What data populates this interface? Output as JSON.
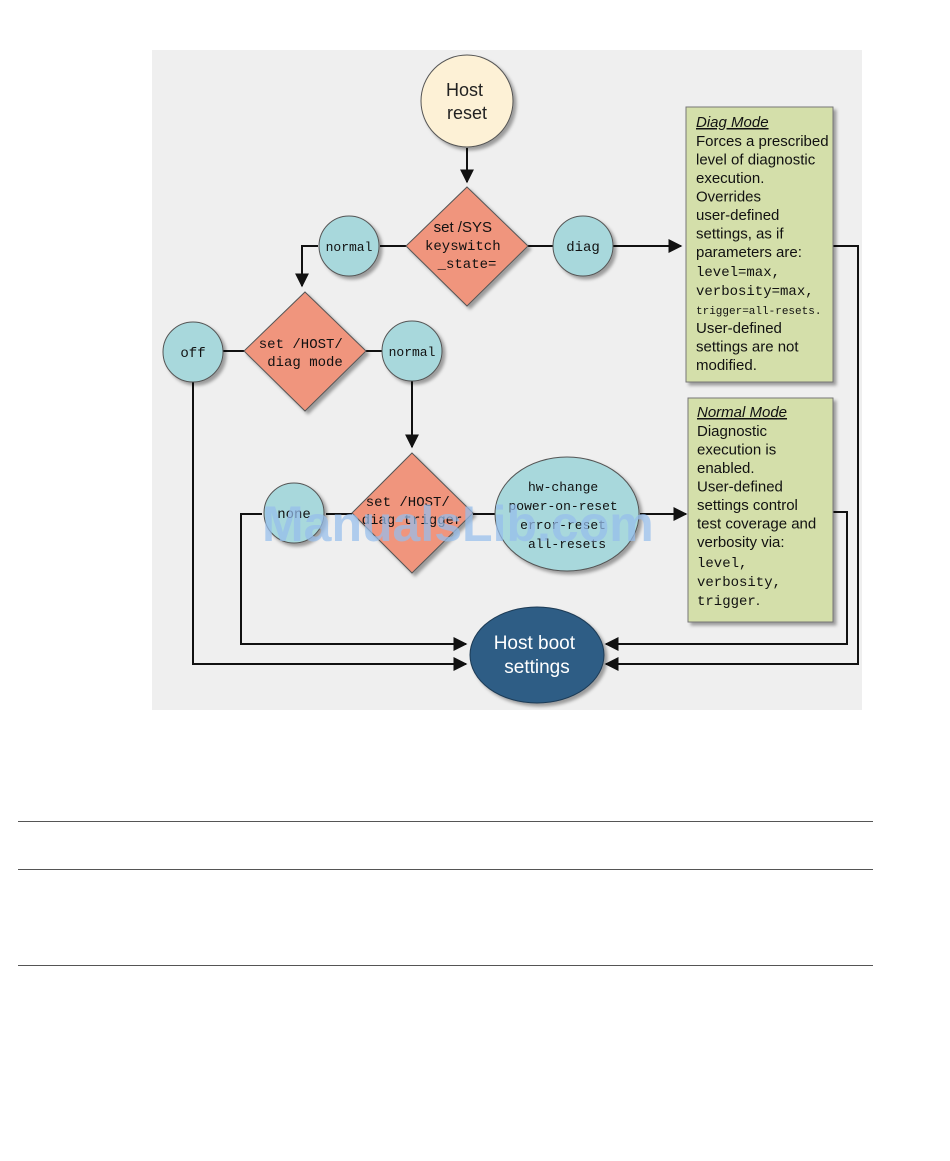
{
  "colors": {
    "panel": "#efefef",
    "circle": "#a8d8dc",
    "diamond": "#f0957d",
    "start": "#fdf1d6",
    "end": "#2e5d85",
    "note": "#d4dfaa"
  },
  "nodes": {
    "host_reset": [
      "Host",
      "reset"
    ],
    "keyswitch_decision": [
      "set /SYS",
      "keyswitch",
      "_state="
    ],
    "keyswitch_normal": "normal",
    "keyswitch_diag": "diag",
    "diag_mode_decision": [
      "set /HOST/",
      "diag mode"
    ],
    "diag_mode_off": "off",
    "diag_mode_normal": "normal",
    "trigger_decision": [
      "set /HOST/",
      "diag trigger"
    ],
    "trigger_none": "none",
    "trigger_values": [
      "hw-change",
      "power-on-reset",
      "error-reset",
      "all-resets"
    ],
    "host_boot_settings": [
      "Host boot",
      "settings"
    ]
  },
  "notes": {
    "diag_mode": {
      "title": "Diag Mode",
      "lines": [
        "Forces a prescribed",
        "level of diagnostic",
        "execution.",
        "Overrides",
        "user-defined",
        "settings, as if",
        "parameters are:"
      ],
      "code": [
        "level=max,",
        "verbosity=max,"
      ],
      "code_small": "trigger=all-resets.",
      "lines_after": [
        "User-defined",
        "settings are not",
        "modified."
      ]
    },
    "normal_mode": {
      "title": "Normal Mode",
      "lines": [
        "Diagnostic",
        "execution is",
        "enabled.",
        "User-defined",
        "settings control",
        "test coverage and",
        "verbosity via:"
      ],
      "code": [
        "level,",
        "verbosity,"
      ],
      "code_last": "trigger",
      "code_last_suffix": "."
    }
  },
  "watermark": "ManualsLib.com"
}
